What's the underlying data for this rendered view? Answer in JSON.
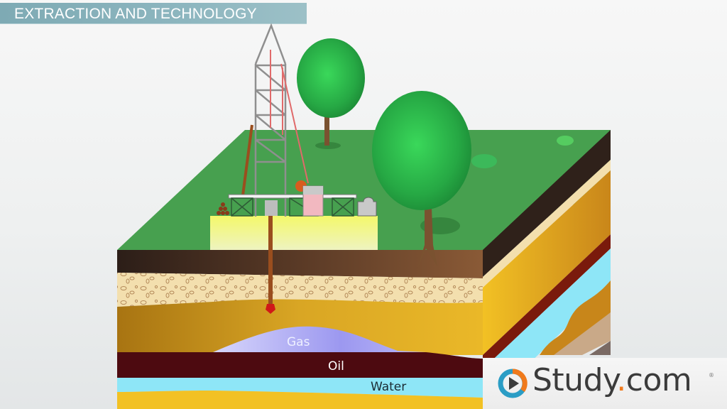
{
  "header": {
    "title": "EXTRACTION AND TECHNOLOGY"
  },
  "diagram": {
    "type": "cross-section",
    "subject": "oil and gas drilling rig over layered rock strata",
    "labels": {
      "gas": "Gas",
      "oil": "Oil",
      "water": "Water"
    },
    "layers_top_to_bottom": [
      "grass surface",
      "topsoil",
      "gravel/sand",
      "sedimentary rock",
      "gas",
      "oil",
      "water",
      "bedrock"
    ],
    "colors": {
      "grass": "#47a04f",
      "topsoil": "#3a2a22",
      "gravel": "#f2d9a2",
      "rock": "#c8931f",
      "gas": "#a9a6f2",
      "oil": "#4d0a10",
      "water": "#8ee6f7",
      "bedrock": "#f2c124",
      "pad": "#f2f49a",
      "rig": "#9a9a9a",
      "cable": "#e06a6a",
      "pipe": "#9a4e1e"
    }
  },
  "branding": {
    "name_main": "Study",
    "name_dot": ".",
    "name_suffix": "com",
    "registered": "®",
    "colors": {
      "ring_blue": "#2b9dc5",
      "ring_orange": "#f07a1c",
      "play": "#3b3b3b",
      "text": "#3b3b3b"
    }
  }
}
